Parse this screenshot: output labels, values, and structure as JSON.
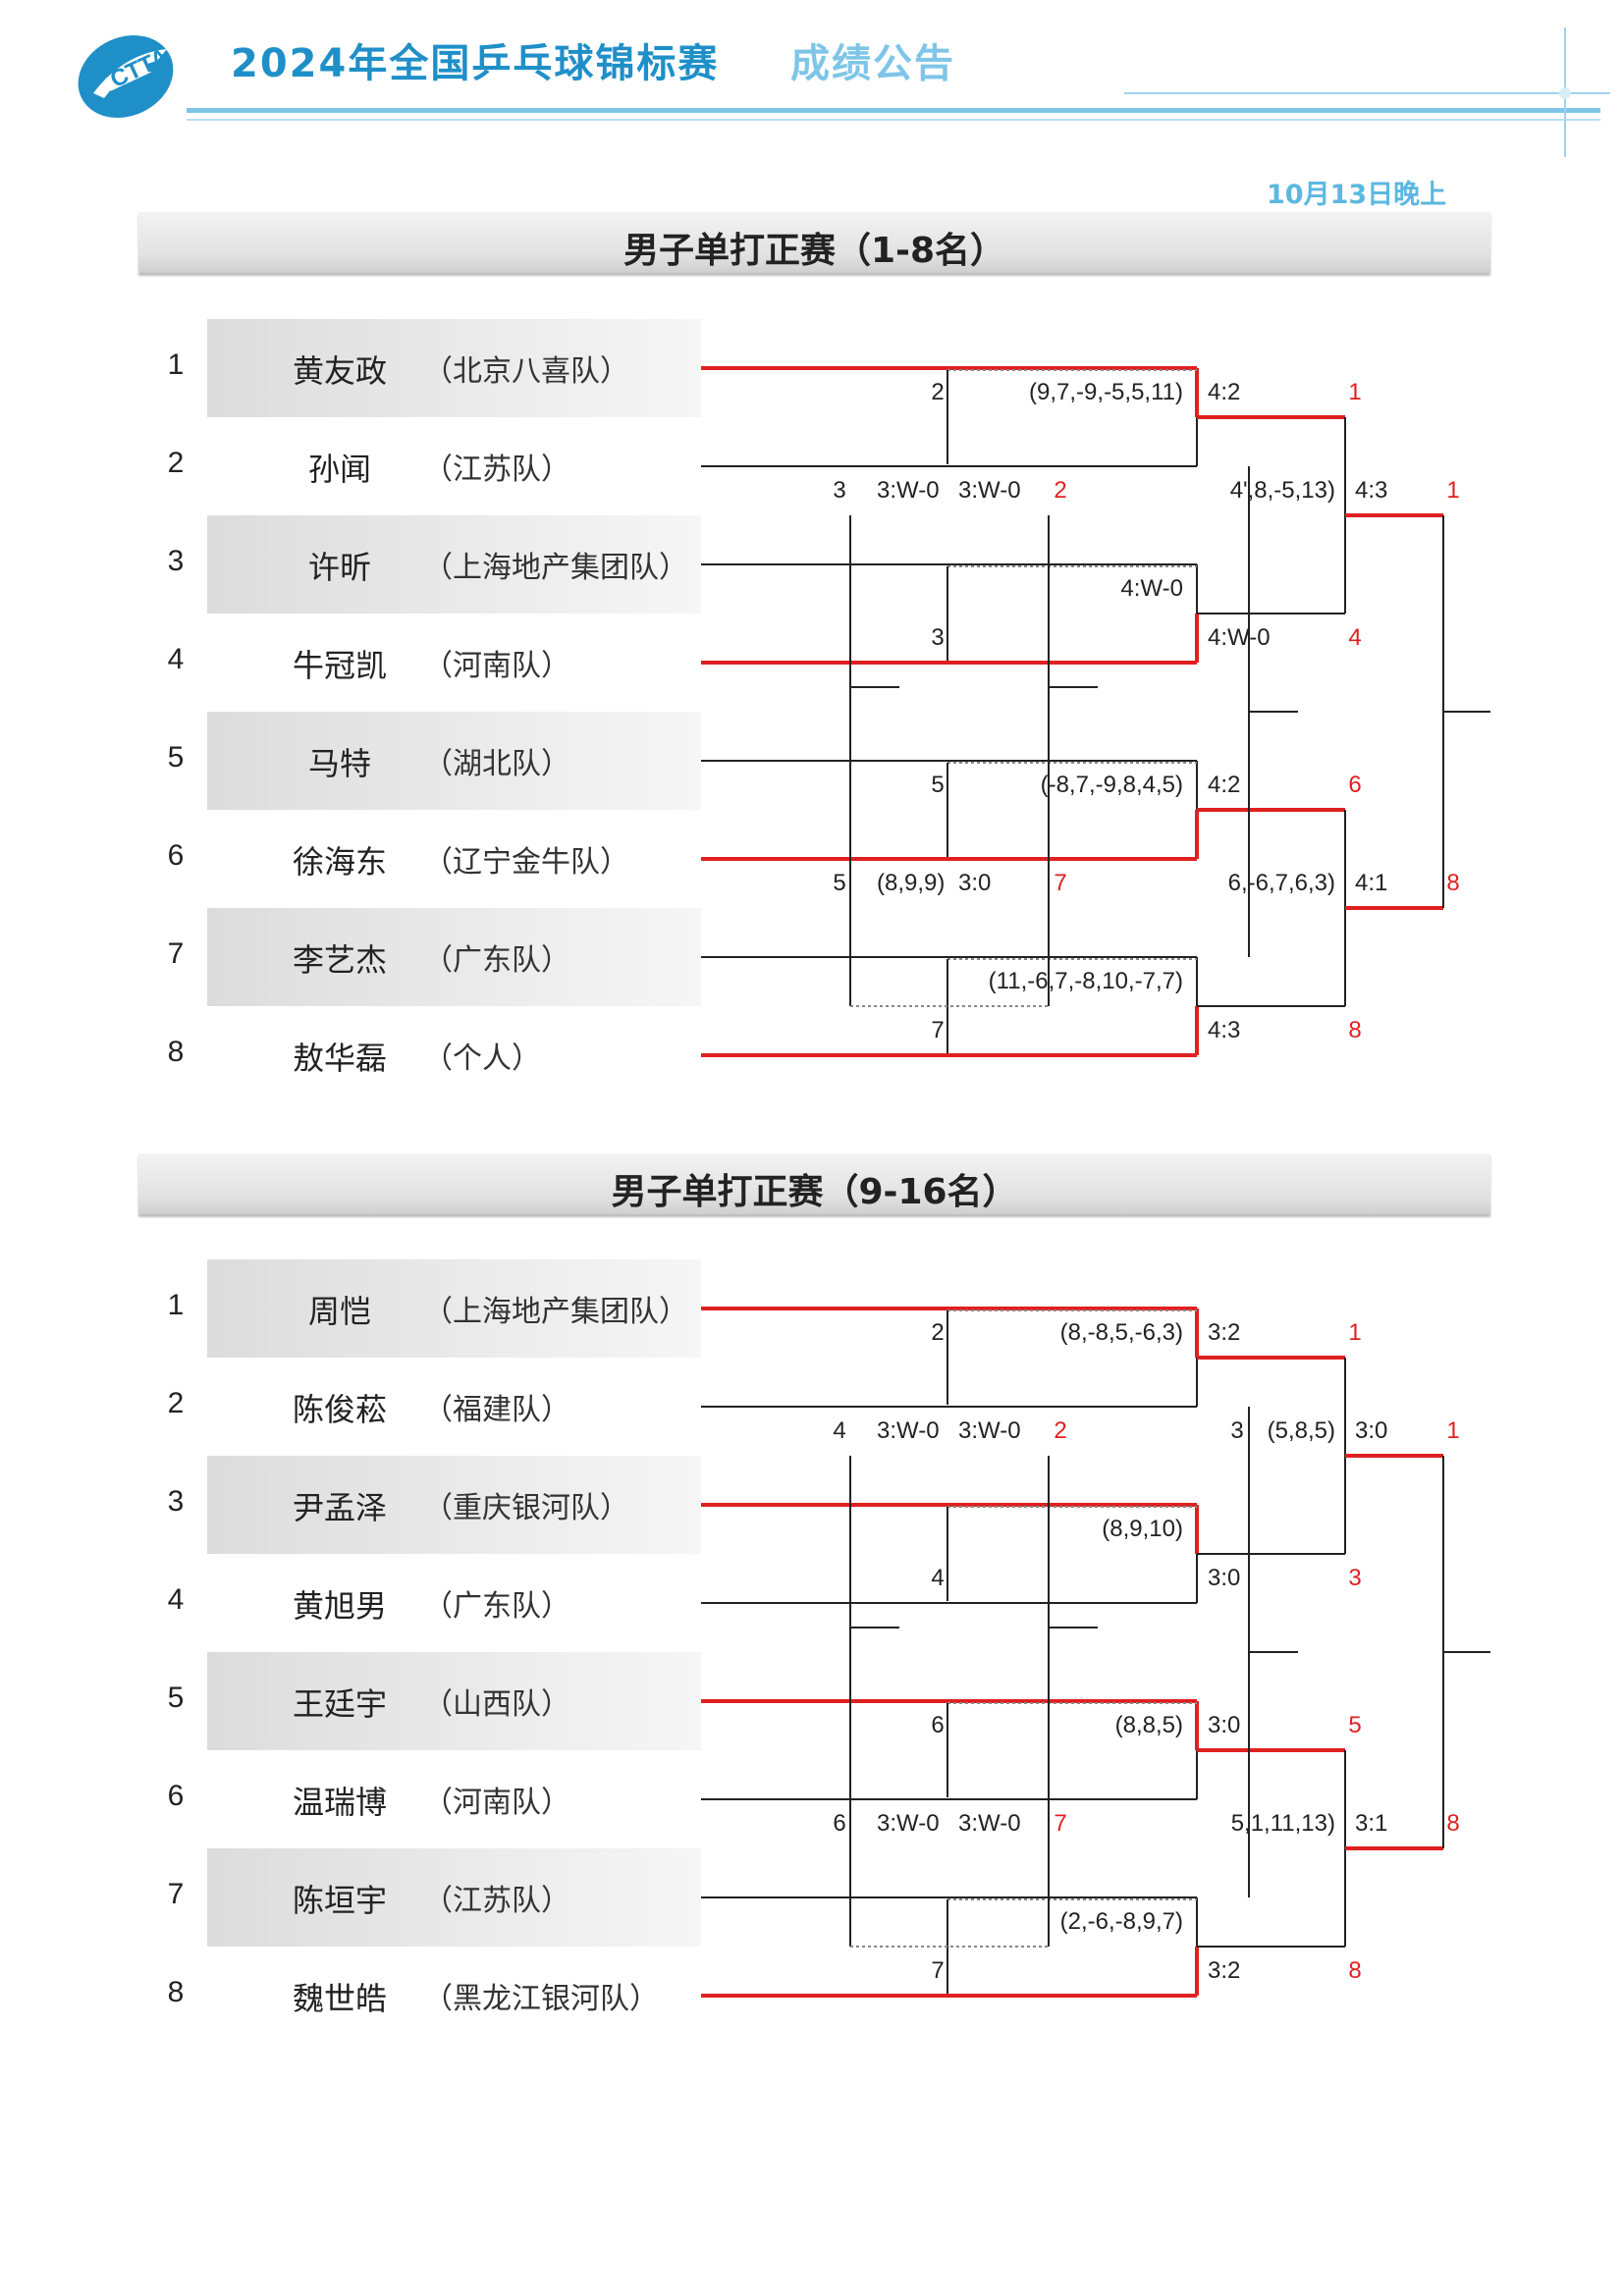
{
  "header": {
    "title": "2024年全国乒乓球锦标赛",
    "subtitle": "成绩公告",
    "logo_text": "CTTA",
    "date": "10月13日晚上",
    "colors": {
      "title": "#1f8fc8",
      "subtitle": "#7ec5e8",
      "winner_line": "#e02020",
      "loser_line": "#222222"
    }
  },
  "sections": [
    {
      "title": "男子单打正赛（1-8名）",
      "players": [
        {
          "seed": "1",
          "name": "黄友政",
          "team": "（北京八喜队）"
        },
        {
          "seed": "2",
          "name": "孙闻",
          "team": "（江苏队）"
        },
        {
          "seed": "3",
          "name": "许昕",
          "team": "（上海地产集团队）"
        },
        {
          "seed": "4",
          "name": "牛冠凯",
          "team": "（河南队）"
        },
        {
          "seed": "5",
          "name": "马特",
          "team": "（湖北队）"
        },
        {
          "seed": "6",
          "name": "徐海东",
          "team": "（辽宁金牛队）"
        },
        {
          "seed": "7",
          "name": "李艺杰",
          "team": "（广东队）"
        },
        {
          "seed": "8",
          "name": "敖华磊",
          "team": "（个人）"
        }
      ],
      "labels": {
        "r1_m1_loser": "2",
        "r1_m1_games": "(9,7,-9,-5,5,11)",
        "r1_m1_score": "4:2",
        "r1_m1_winner": "1",
        "r1_m2_games": "4:W-0",
        "r1_m2_loser": "3",
        "r1_m2_score": "4:W-0",
        "r1_m2_winner": "4",
        "r1_m3_loser": "5",
        "r1_m3_games": "(-8,7,-9,8,4,5)",
        "r1_m3_score": "4:2",
        "r1_m3_winner": "6",
        "r1_m4_games": "(11,-6,7,-8,10,-7,7)",
        "r1_m4_loser": "7",
        "r1_m4_score": "4:3",
        "r1_m4_winner": "8",
        "c_top_left": "3",
        "c_top_score_a": "3:W-0",
        "c_top_score_b": "3:W-0",
        "c_top_red": "2",
        "c_bot_left": "5",
        "c_bot_games": "(8,9,9)",
        "c_bot_score": "3:0",
        "c_bot_red": "7",
        "sf1_games": "4',8,-5,13)",
        "sf1_score": "4:3",
        "sf1_winner": "1",
        "sf2_games": "6,-6,7,6,3)",
        "sf2_score": "4:1",
        "sf2_winner": "8"
      }
    },
    {
      "title": "男子单打正赛（9-16名）",
      "players": [
        {
          "seed": "1",
          "name": "周恺",
          "team": "（上海地产集团队）"
        },
        {
          "seed": "2",
          "name": "陈俊菘",
          "team": "（福建队）"
        },
        {
          "seed": "3",
          "name": "尹孟泽",
          "team": "（重庆银河队）"
        },
        {
          "seed": "4",
          "name": "黄旭男",
          "team": "（广东队）"
        },
        {
          "seed": "5",
          "name": "王廷宇",
          "team": "（山西队）"
        },
        {
          "seed": "6",
          "name": "温瑞博",
          "team": "（河南队）"
        },
        {
          "seed": "7",
          "name": "陈垣宇",
          "team": "（江苏队）"
        },
        {
          "seed": "8",
          "name": "魏世皓",
          "team": "（黑龙江银河队）"
        }
      ],
      "labels": {
        "r1_m1_loser": "2",
        "r1_m1_games": "(8,-8,5,-6,3)",
        "r1_m1_score": "3:2",
        "r1_m1_winner": "1",
        "r1_m2_games": "(8,9,10)",
        "r1_m2_loser": "4",
        "r1_m2_score": "3:0",
        "r1_m2_winner": "3",
        "r1_m3_loser": "6",
        "r1_m3_games": "(8,8,5)",
        "r1_m3_score": "3:0",
        "r1_m3_winner": "5",
        "r1_m4_games": "(2,-6,-8,9,7)",
        "r1_m4_loser": "7",
        "r1_m4_score": "3:2",
        "r1_m4_winner": "8",
        "c_top_left": "4",
        "c_top_score_a": "3:W-0",
        "c_top_score_b": "3:W-0",
        "c_top_red": "2",
        "c_bot_left": "6",
        "c_bot_games": "3:W-0",
        "c_bot_score": "3:W-0",
        "c_bot_red": "7",
        "sf1_games": "(5,8,5)",
        "sf1_score": "3:0",
        "sf1_winner": "1",
        "sf1_left": "3",
        "sf2_games": "5,1,11,13)",
        "sf2_score": "3:1",
        "sf2_winner": "8"
      }
    }
  ]
}
